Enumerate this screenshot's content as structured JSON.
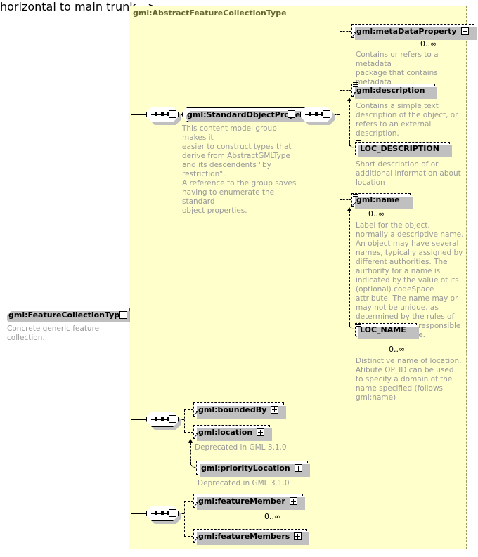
{
  "diagram": {
    "kind": "xml-schema-diagram",
    "container": {
      "title": "gml:AbstractFeatureCollectionType",
      "fill_color": "#ffffcc",
      "border_color": "#999966"
    },
    "root": {
      "label": "gml:FeatureCollectionType",
      "doc": "Concrete generic feature collection.",
      "toggle": "minus"
    },
    "group_reference": {
      "label": "gml:StandardObjectProperties",
      "toggle": "minus",
      "doc": "This content model group makes it\neasier to construct types that\n      derive from AbstractGMLType\nand its descendents \"by restriction\".\n      A reference to the group saves\nhaving to enumerate the standard\nobject properties."
    },
    "compositors": [
      {
        "name": "sequence-top",
        "type": "sequence",
        "toggle": "minus"
      },
      {
        "name": "sequence-inner",
        "type": "sequence",
        "toggle": "minus"
      },
      {
        "name": "sequence-bounded",
        "type": "sequence",
        "toggle": "minus"
      },
      {
        "name": "sequence-members",
        "type": "sequence",
        "toggle": "minus"
      }
    ],
    "elements": [
      {
        "id": "metaDataProperty",
        "label": "gml:metaDataProperty",
        "cardinality": "0..∞",
        "expand": "plus",
        "substitutable": false,
        "doc": "Contains or refers to a metadata\npackage that contains metadata\nproperties."
      },
      {
        "id": "description",
        "label": "gml:description",
        "cardinality": "",
        "expand": "none",
        "substitutable": true,
        "doc": "Contains a simple text\ndescription of the object, or\nrefers to an external\ndescription."
      },
      {
        "id": "LOC_DESCRIPTION",
        "label": "LOC_DESCRIPTION",
        "cardinality": "",
        "expand": "none",
        "substitutable": true,
        "doc": "Short description of or\nadditional information about\nlocation"
      },
      {
        "id": "name",
        "label": "gml:name",
        "cardinality": "0..∞",
        "expand": "none",
        "substitutable": true,
        "doc": "Label for the object,\nnormally a descriptive name.\nAn object may have several\nnames, typically assigned by\ndifferent authorities.  The\nauthority for a name is\nindicated by the value of its\n(optional) codeSpace\nattribute.  The name may or\nmay not be unique, as\ndetermined by the rules of\nthe organization responsible\nfor the codeSpace."
      },
      {
        "id": "LOC_NAME",
        "label": "LOC_NAME",
        "cardinality": "0..∞",
        "expand": "none",
        "substitutable": true,
        "doc": "Distinctive name of location.\nAtibute OP_ID can be used\nto specify a domain of the\nname specified (follows\ngml:name)"
      },
      {
        "id": "boundedBy",
        "label": "gml:boundedBy",
        "cardinality": "",
        "expand": "plus",
        "substitutable": false,
        "doc": ""
      },
      {
        "id": "location",
        "label": "gml:location",
        "cardinality": "",
        "expand": "plus",
        "substitutable": false,
        "doc": "Deprecated in GML 3.1.0"
      },
      {
        "id": "priorityLocation",
        "label": "gml:priorityLocation",
        "cardinality": "",
        "expand": "plus",
        "substitutable": false,
        "doc": "Deprecated in GML 3.1.0"
      },
      {
        "id": "featureMember",
        "label": "gml:featureMember",
        "cardinality": "0..∞",
        "expand": "plus",
        "substitutable": false,
        "doc": ""
      },
      {
        "id": "featureMembers",
        "label": "gml:featureMembers",
        "cardinality": "",
        "expand": "plus",
        "substitutable": false,
        "doc": ""
      }
    ]
  }
}
